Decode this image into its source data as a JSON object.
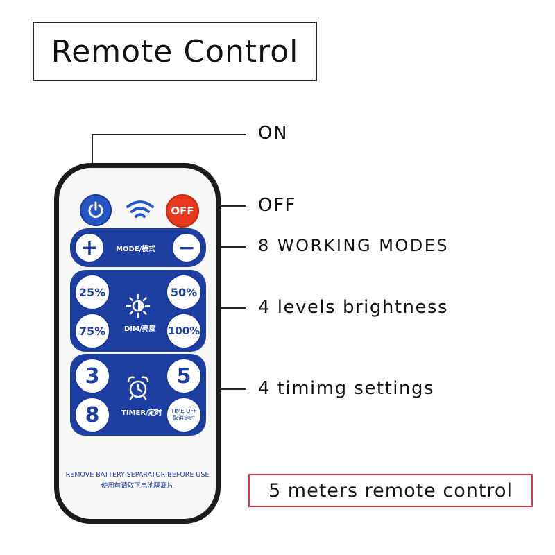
{
  "title": "Remote Control",
  "annotations": {
    "on": "ON",
    "off": "OFF",
    "modes": "8 WORKING MODES",
    "brightness": "4 levels brightness",
    "timing": "4 timimg settings",
    "range": "5 meters remote control"
  },
  "remote": {
    "off_button": "OFF",
    "mode_plus": "+",
    "mode_minus": "−",
    "mode_label": "MODE/模式",
    "dim_levels": [
      "25%",
      "50%",
      "75%",
      "100%"
    ],
    "dim_label": "DIM/亮度",
    "timers": [
      "3",
      "5",
      "8"
    ],
    "timer_label": "TIMER/定时",
    "time_off_line1": "TIME OFF",
    "time_off_line2": "取消定时",
    "footer_line1": "REMOVE BATTERY SEPARATOR BEFORE USE",
    "footer_line2": "使用前请取下电池隔离片"
  },
  "colors": {
    "panel_blue": "#1d3fa2",
    "off_red": "#e8391e",
    "power_blue": "#2457c5",
    "range_border": "#d03a4a"
  }
}
